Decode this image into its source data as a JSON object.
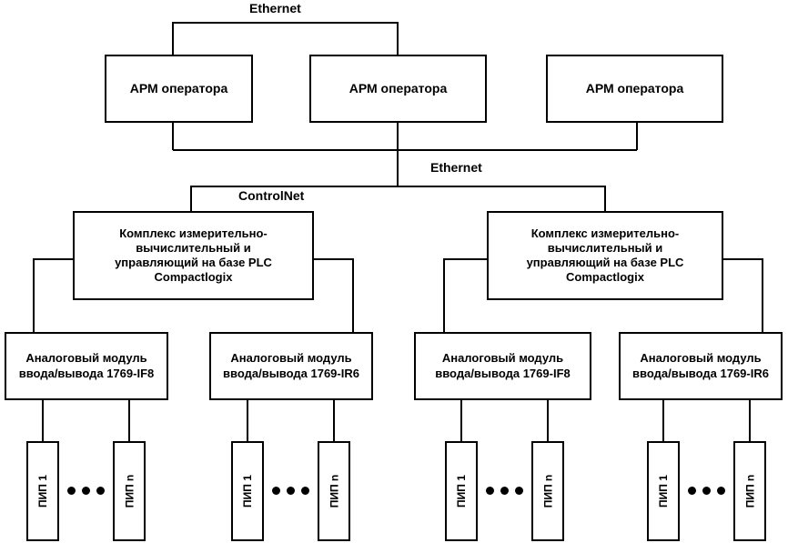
{
  "diagram": {
    "type": "block-diagram",
    "network_labels": {
      "ethernet_top": "Ethernet",
      "ethernet_mid": "Ethernet",
      "controlnet": "ControlNet"
    },
    "workstations": [
      {
        "label": "АРМ оператора"
      },
      {
        "label": "АРМ оператора"
      },
      {
        "label": "АРМ оператора"
      }
    ],
    "plc_complexes": [
      {
        "lines": [
          "Комплекс измерительно-",
          "вычислительный и",
          "управляющий на базе PLC",
          "Compactlogix"
        ]
      },
      {
        "lines": [
          "Комплекс измерительно-",
          "вычислительный и",
          "управляющий на базе PLC",
          "Compactlogix"
        ]
      }
    ],
    "io_modules": [
      {
        "line1": "Аналоговый модуль",
        "line2": "ввода/вывода 1769-IF8"
      },
      {
        "line1": "Аналоговый модуль",
        "line2": "ввода/вывода 1769-IR6"
      },
      {
        "line1": "Аналоговый модуль",
        "line2": "ввода/вывода 1769-IF8"
      },
      {
        "line1": "Аналоговый модуль",
        "line2": "ввода/вывода 1769-IR6"
      }
    ],
    "sensor_groups": [
      {
        "first": "ПИП 1",
        "last": "ПИП n"
      },
      {
        "first": "ПИП 1",
        "last": "ПИП n"
      },
      {
        "first": "ПИП 1",
        "last": "ПИП n"
      },
      {
        "first": "ПИП 1",
        "last": "ПИП n"
      }
    ],
    "colors": {
      "line": "#000000",
      "box_border": "#000000",
      "box_background": "#ffffff",
      "text": "#000000"
    }
  }
}
